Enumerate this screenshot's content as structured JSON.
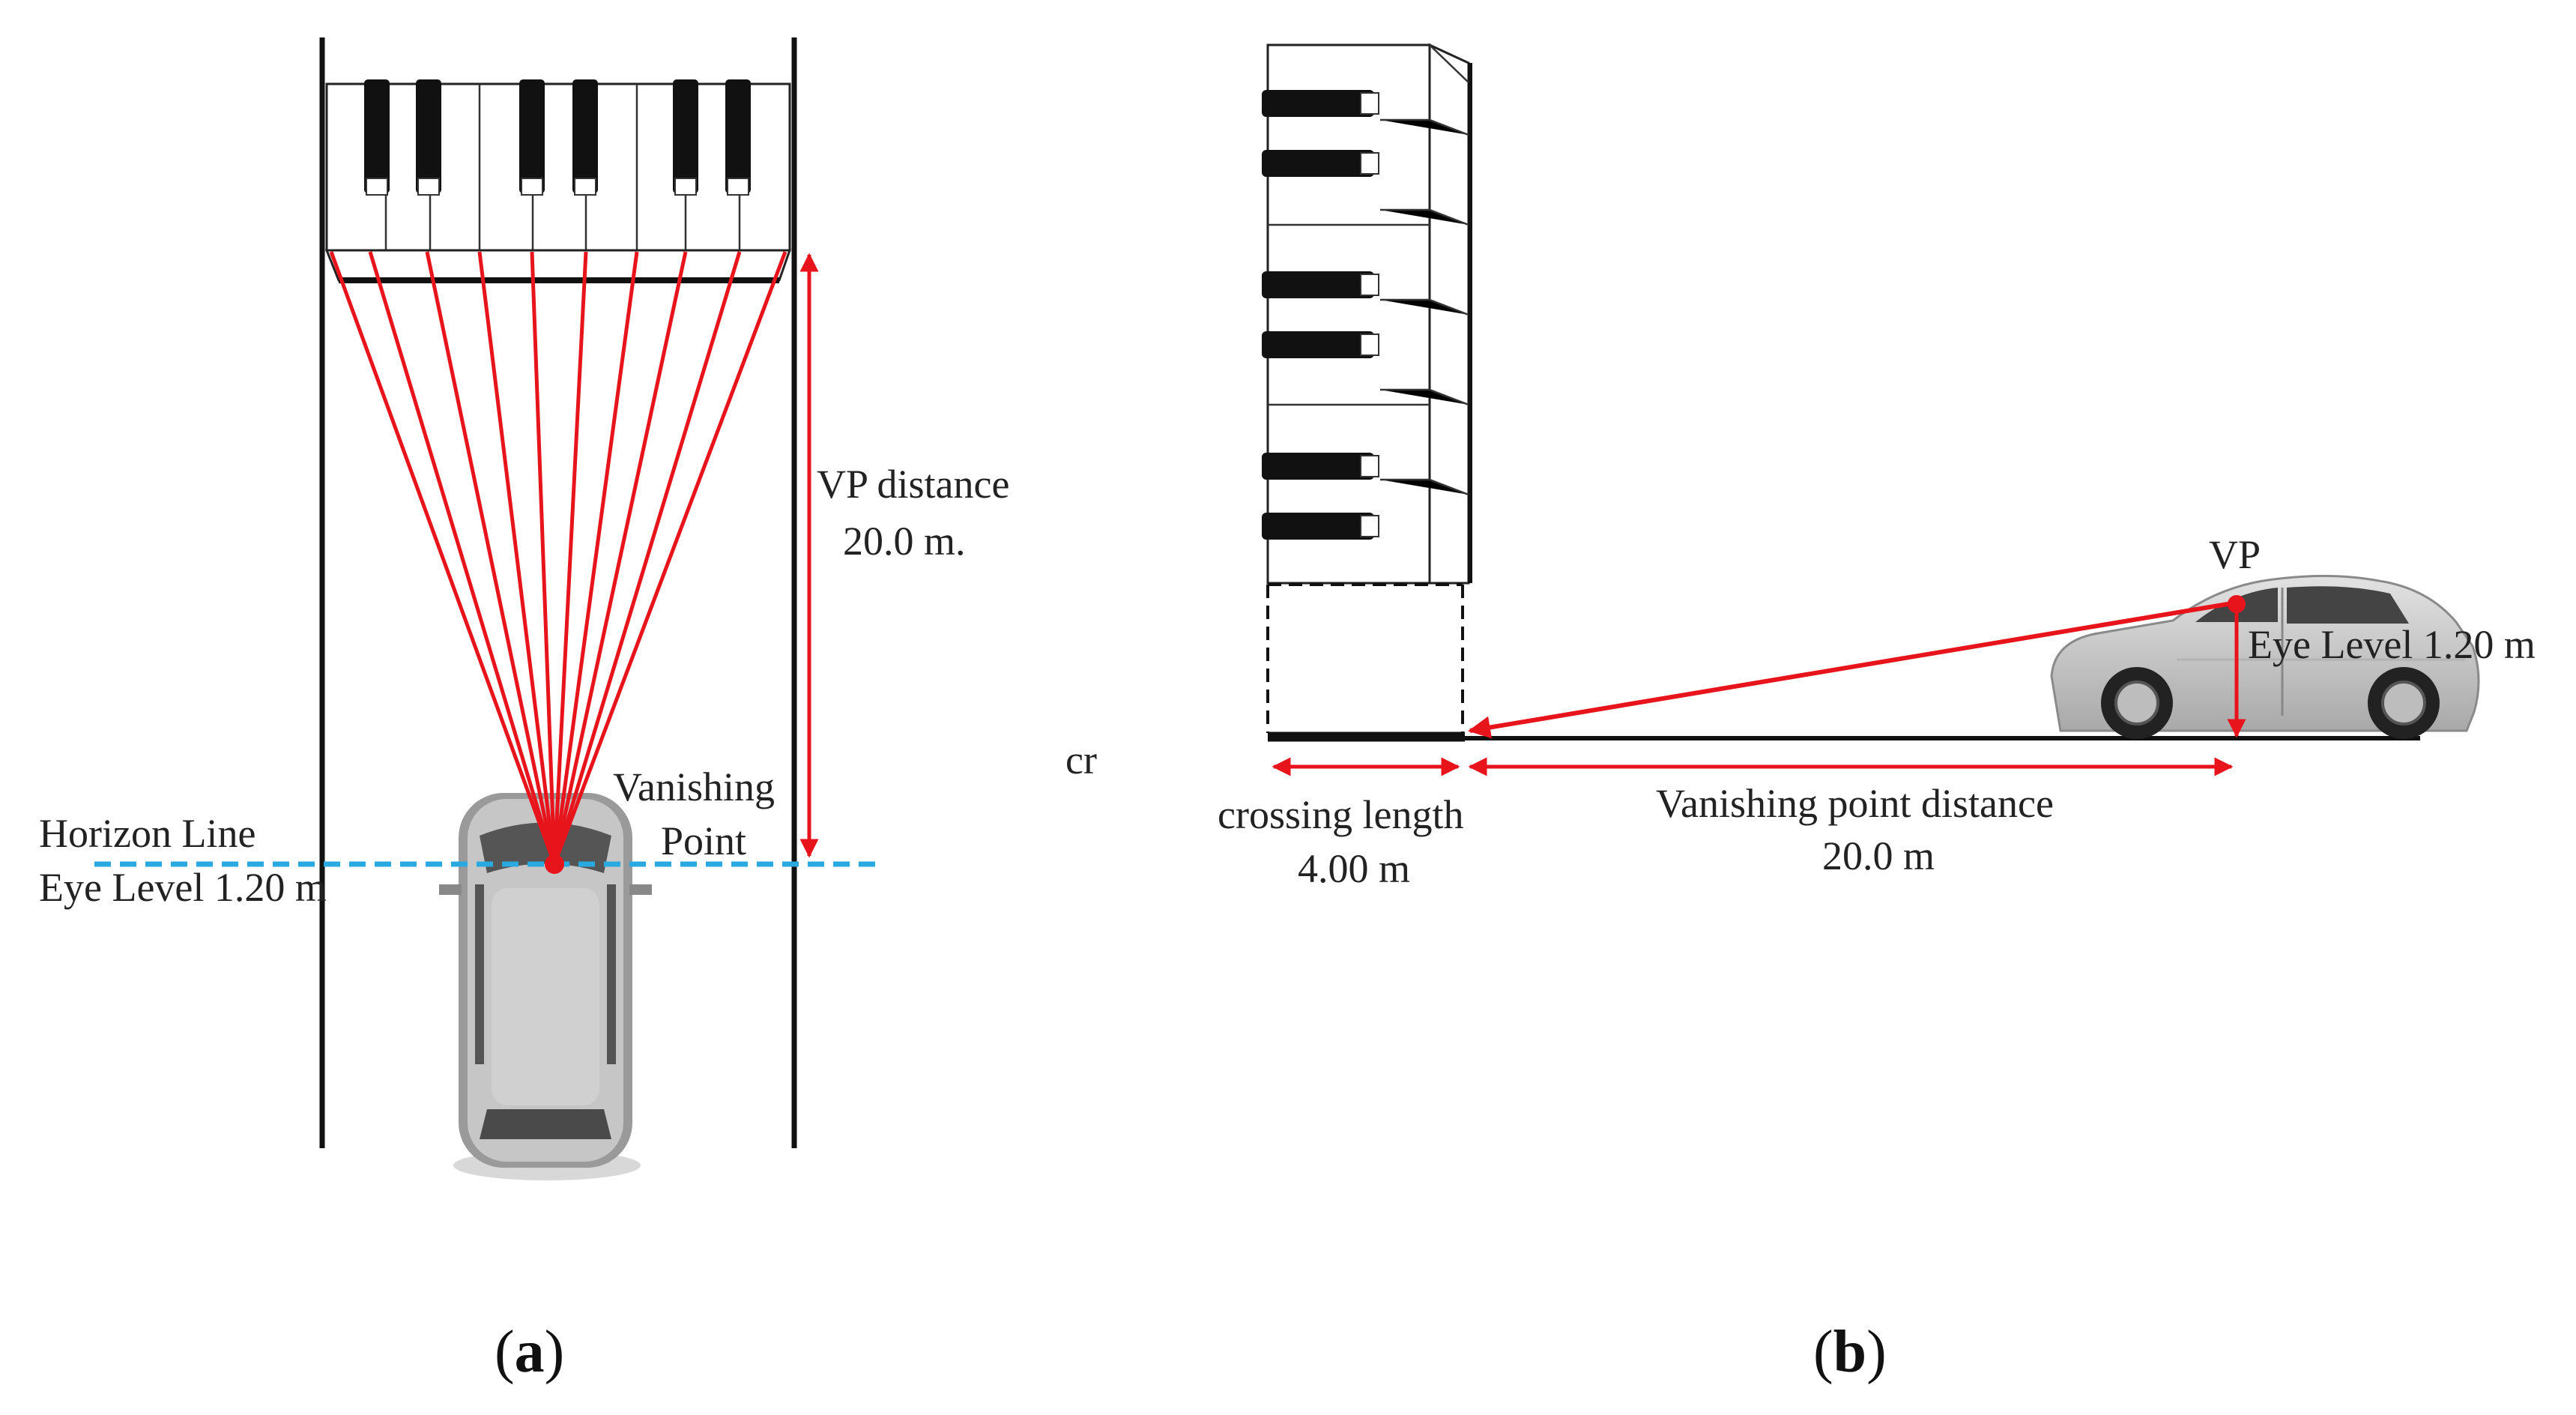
{
  "panel_a": {
    "vp_distance_label": "VP distance",
    "vp_distance_value": "20.0 m.",
    "vanishing_label_line1": "Vanishing",
    "vanishing_label_line2": "Point",
    "horizon_label": "Horizon Line",
    "eye_level_label": "Eye Level 1.20 m",
    "caption_open": "(",
    "caption_letter": "a",
    "caption_close": ")"
  },
  "panel_b": {
    "vp_label": "VP",
    "eye_level_label": "Eye Level 1.20 m",
    "stray_text": "cr",
    "crossing_label": "crossing length",
    "crossing_value": "4.00 m",
    "vp_distance_label": "Vanishing point distance",
    "vp_distance_value": "20.0 m",
    "caption_open": "(",
    "caption_letter": "b",
    "caption_close": ")"
  },
  "colors": {
    "sight_line": "#e8141b",
    "horizon_line": "#29a9df",
    "road_line": "#111111",
    "key_black": "#111111",
    "car_body": "#c8c8c8"
  }
}
